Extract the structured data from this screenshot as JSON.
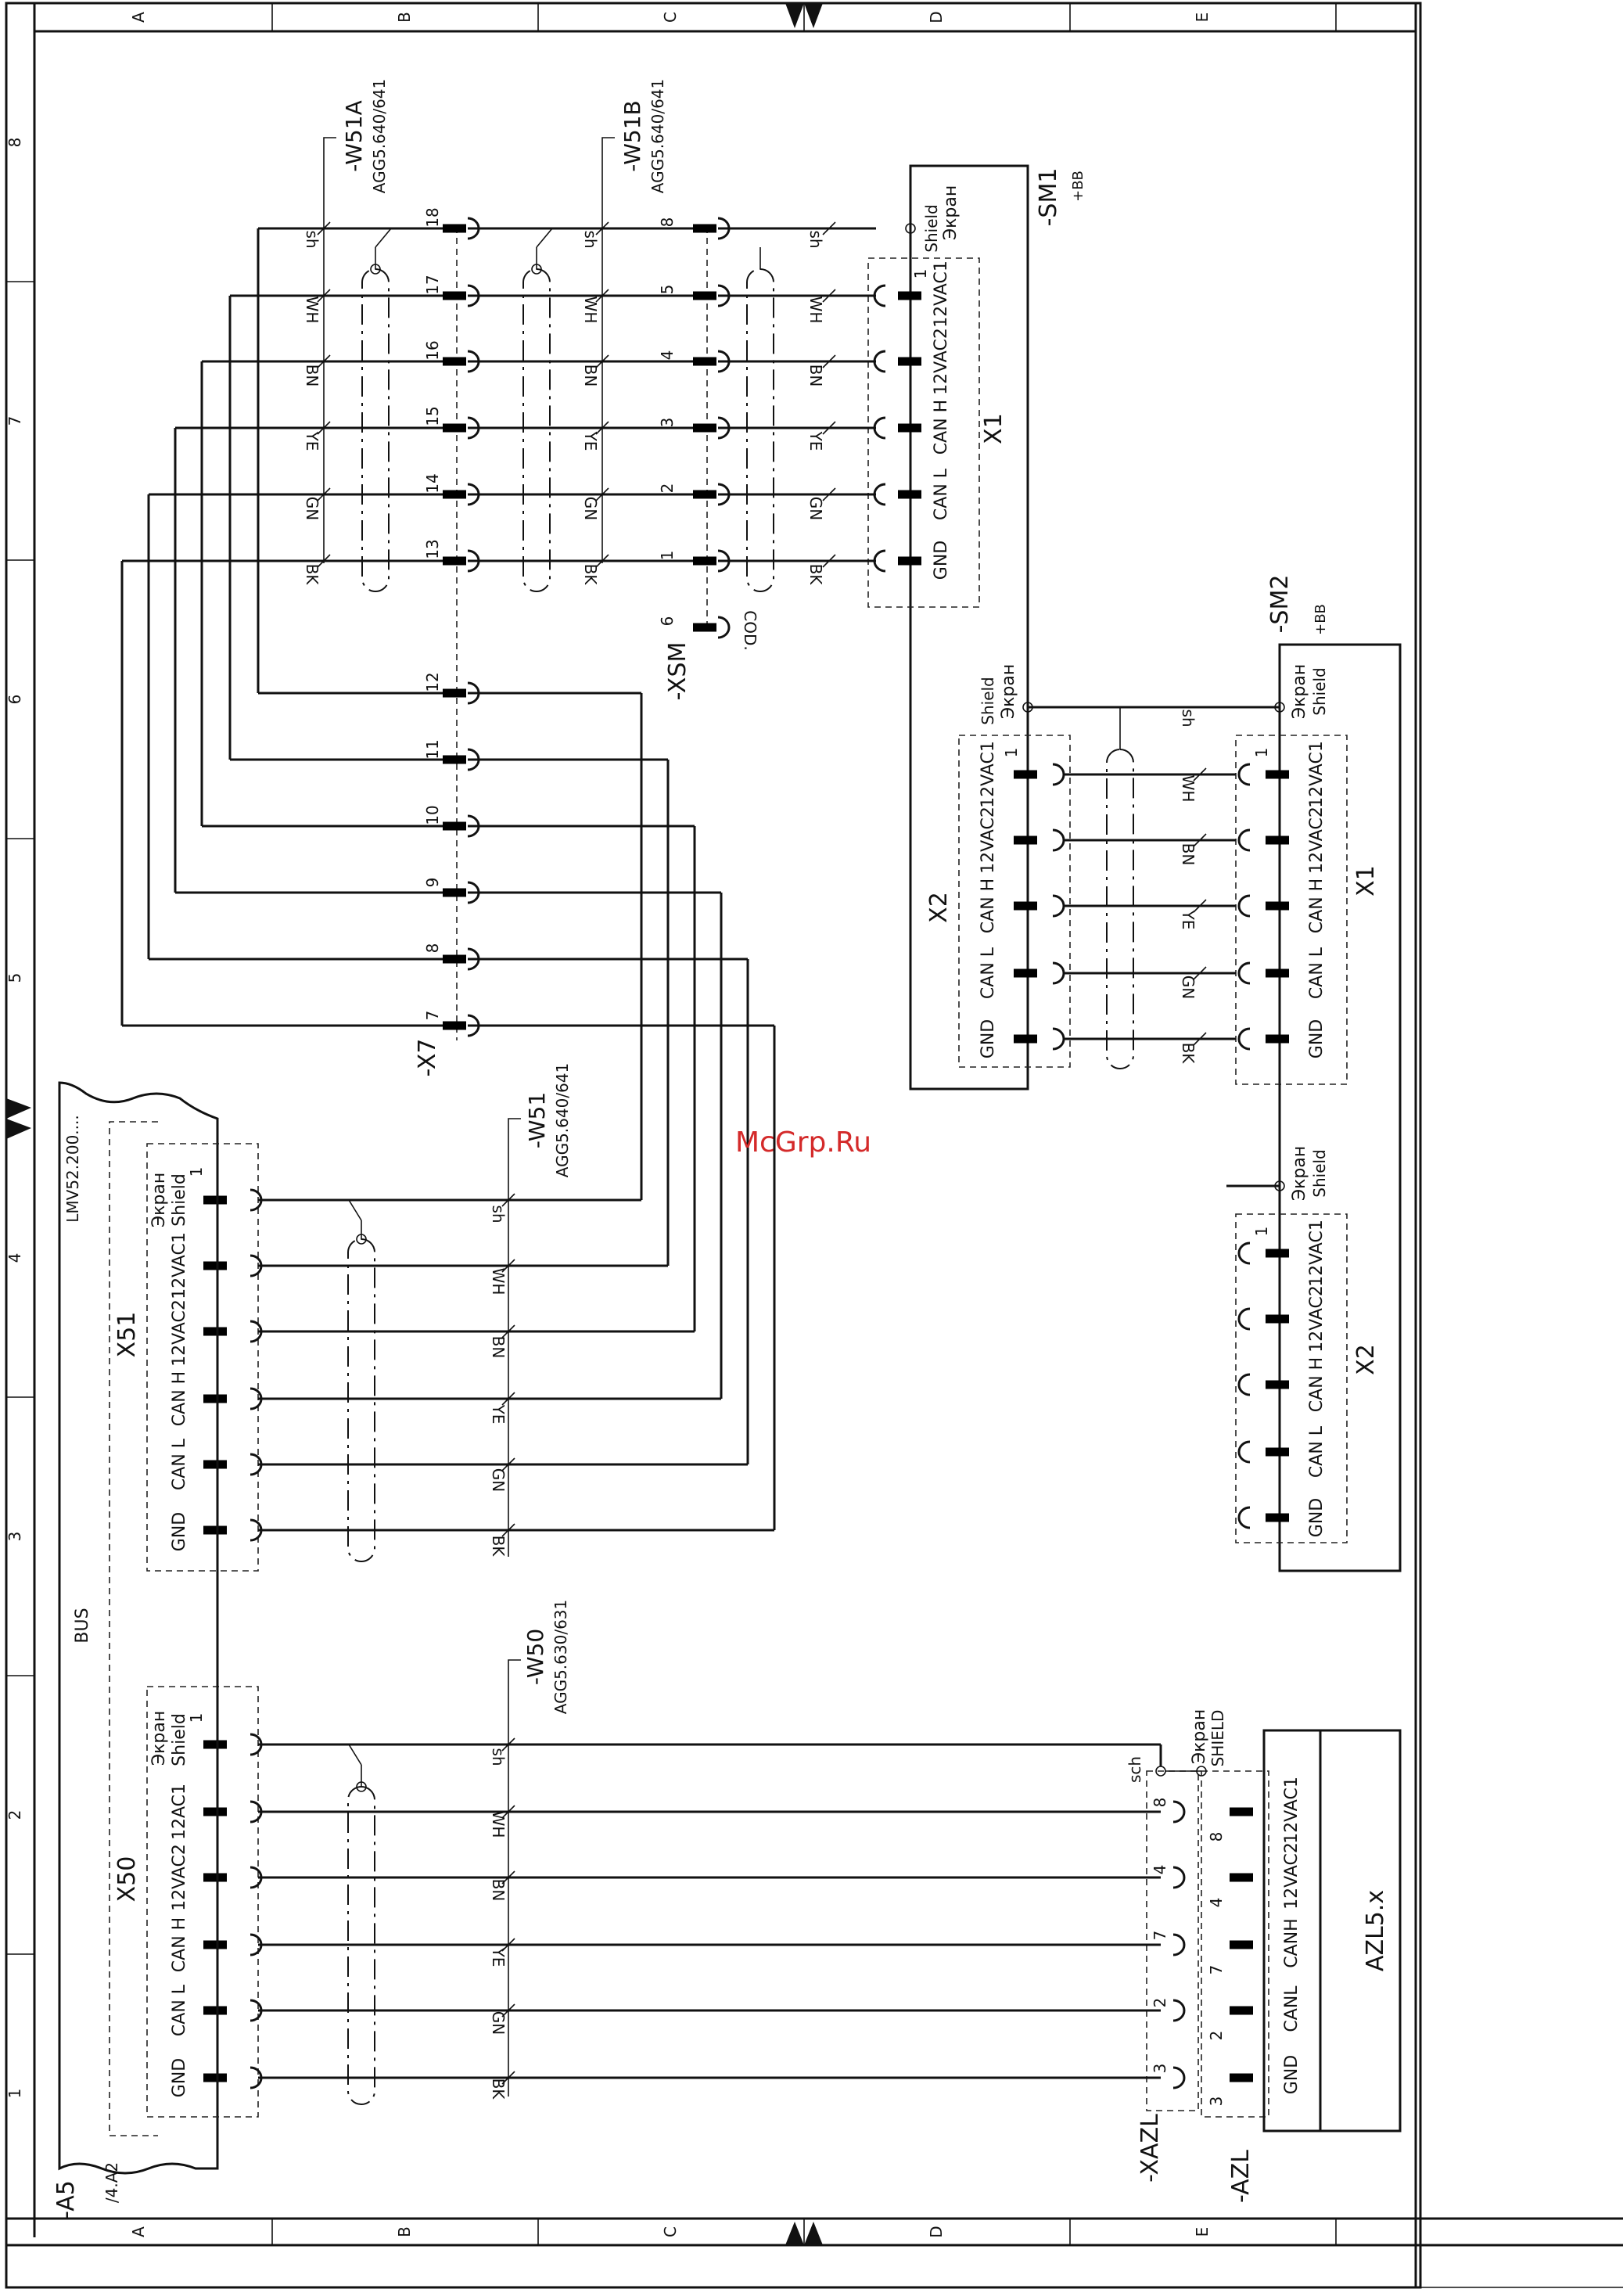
{
  "frame": {
    "column_letters": [
      "A",
      "B",
      "C",
      "D",
      "E"
    ],
    "row_numbers": [
      "8",
      "7",
      "6",
      "5",
      "4",
      "3",
      "2",
      "1"
    ]
  },
  "watermark": "McGrp.Ru",
  "devices": {
    "a5": {
      "tag": "-A5",
      "ref": "/4.A2",
      "model": "LMV52.200....",
      "bus": "BUS"
    },
    "x7": {
      "tag": "-X7"
    },
    "xsm": {
      "tag": "-XSM",
      "cod": "COD."
    },
    "sm1": {
      "tag": "-SM1",
      "sub": "+BB",
      "shield_en": "Shield",
      "shield_ru": "Экран",
      "conn": "X1"
    },
    "sm2": {
      "tag": "-SM2",
      "sub": "+BB",
      "shield_en": "Shield",
      "shield_ru": "Экран",
      "conn_x1": "X1",
      "conn_x2": "X2",
      "sm1_x2": "X2"
    },
    "xazl": {
      "tag": "-XAZL",
      "sch": "sch"
    },
    "azl": {
      "tag": "-AZL",
      "model": "AZL5.x",
      "shield_en": "SHIELD",
      "shield_ru": "Экран"
    }
  },
  "cables": {
    "w51a": {
      "tag": "-W51A",
      "type": "AGG5.640/641"
    },
    "w51b": {
      "tag": "-W51B",
      "type": "AGG5.640/641"
    },
    "w51": {
      "tag": "-W51",
      "type": "AGG5.640/641"
    },
    "w50": {
      "tag": "-W50",
      "type": "AGG5.630/631"
    }
  },
  "wire_colors": [
    "sh",
    "WH",
    "BN",
    "YE",
    "GN",
    "BK"
  ],
  "signals": [
    "12VAC1",
    "12VAC2",
    "CAN H",
    "CAN L",
    "GND"
  ],
  "signals_x50": [
    "Shield",
    "12AC1",
    "12VAC2",
    "CAN H",
    "CAN L",
    "GND"
  ],
  "signals_azl": [
    "12VAC1",
    "12VAC2",
    "CANH",
    "CANL",
    "GND"
  ],
  "connectors": {
    "x51": {
      "label": "X51",
      "pin1": "1",
      "shield_en": "Shield",
      "shield_ru": "Экран"
    },
    "x50": {
      "label": "X50",
      "pin1": "1",
      "shield_ru": "Экран"
    }
  },
  "terminal_numbers": {
    "x7_top": [
      "18",
      "17",
      "16",
      "15",
      "14",
      "13"
    ],
    "x7_bottom": [
      "12",
      "11",
      "10",
      "9",
      "8",
      "7"
    ],
    "xsm": [
      "8",
      "5",
      "4",
      "3",
      "2",
      "1",
      "6"
    ],
    "xazl": [
      "8",
      "4",
      "7",
      "2",
      "3"
    ],
    "azl": [
      "8",
      "4",
      "7",
      "2",
      "3"
    ],
    "sm1_x1_pin": "1",
    "sm2_x1_pin": "1",
    "sm1_x2_pin": "1",
    "sm2_x2_pin": "1"
  }
}
